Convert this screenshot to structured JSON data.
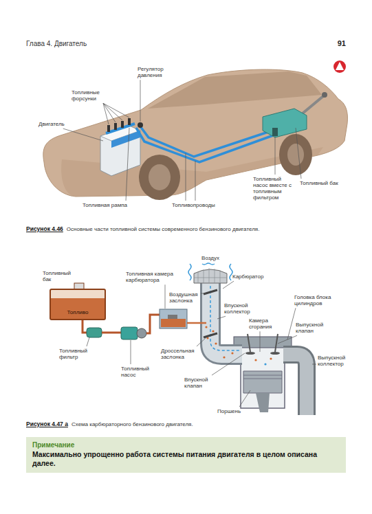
{
  "diagram": {
    "nodes": [
      {
        "text": [
          "Топливо"
        ]
      },
      {
        "text": [
          "Примечание",
          "Максимально упрощенно работа системы питания двигателя в целом описана далее."
        ]
      }
    ],
    "labels": [
      "Глава 4. Двигатель",
      "91",
      "Регулятор давления",
      "Топливные форсунки",
      "Двигатель",
      "Топливная рампа",
      "Топливопроводы",
      "Топливный насос вместе с топливным фильтром",
      "Топливный бак",
      "Рисунок 4.46",
      "Основные части топливной системы современного бензинового двигателя.",
      "Воздух",
      "Топливный бак",
      "Топливная камера карбюратора",
      "Карбюратор",
      "Воздушная заслонка",
      "Впускной коллектор",
      "Головка блока цилиндров",
      "Камера сгорания",
      "Выпускной клапан",
      "Выпускной коллектор",
      "Топливный фильтр",
      "Дроссельная заслонка",
      "Топливный насос",
      "Впускной клапан",
      "Поршень",
      "Рисунок 4.47 а",
      "Схема карбюраторного бензинового двигателя."
    ]
  }
}
